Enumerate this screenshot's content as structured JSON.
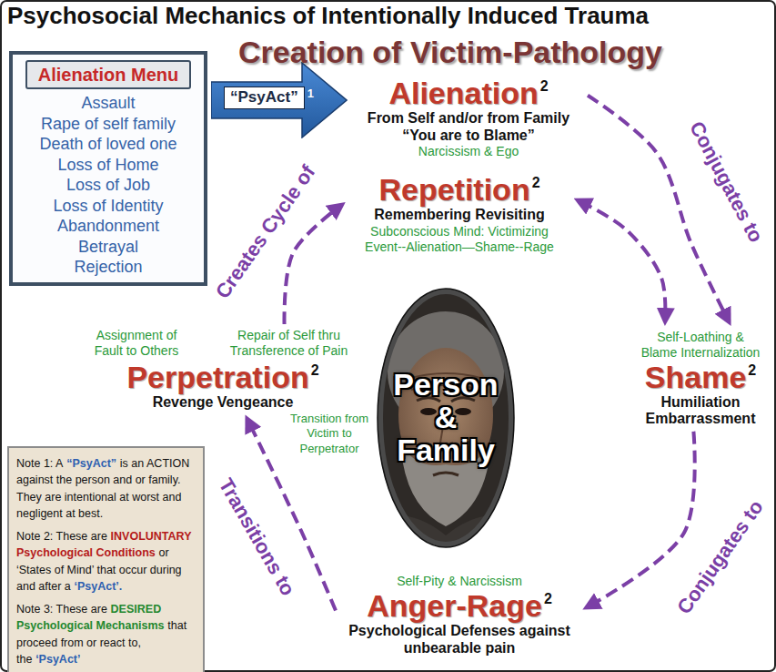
{
  "diagram": {
    "title": "Psychosocial Mechanics of Intentionally Induced Trauma",
    "nodes": [
      {
        "text": [
          "Alienation Menu",
          "Assault",
          "Rape of self family",
          "Death of loved one",
          "Loss of Home",
          "Loss of Job",
          "Loss of Identity",
          "Abandonment",
          "Betrayal",
          "Rejection"
        ]
      },
      {
        "text": [
          "“PsyAct”",
          "1"
        ]
      },
      {
        "text": [
          "Alienation",
          "2",
          "From Self and/or from Family “You are to Blame”",
          "Narcissism & Ego"
        ]
      },
      {
        "text": [
          "Repetition",
          "2",
          "Remembering Revisiting",
          "Subconscious Mind: Victimizing Event--Alienation—Shame--Rage"
        ]
      },
      {
        "text": [
          "Self-Loathing & Blame Internalization",
          "Shame",
          "2",
          "Humiliation Embarrassment"
        ]
      },
      {
        "text": [
          "Self-Pity & Narcissism",
          "Anger-Rage",
          "2",
          "Psychological Defenses against unbearable pain"
        ]
      },
      {
        "text": [
          "Assignment of Fault to Others",
          "Repair of Self thru Transference of Pain",
          "Perpetration",
          "2",
          "Revenge Vengeance"
        ]
      },
      {
        "text": [
          "Person & Family"
        ]
      },
      {
        "text": [
          "Note 1: A",
          "“PsyAct”",
          "is an ACTION against the person and or family. They are intentional at worst and negligent at best.",
          "Note 2: These are",
          "INVOLUNTARY Psychological Conditions",
          "or ‘States of Mind’ that occur during and after a",
          "‘PsyAct’.",
          "Note 3: These are",
          "DESIRED Psychological Mechanisms",
          "that proceed from or react to, the",
          "‘PsyAct’"
        ]
      }
    ],
    "edges": [
      {
        "from": 2,
        "to": 4,
        "label": "Conjugates to",
        "arrow": "to"
      },
      {
        "from": 3,
        "to": 4,
        "arrow": "both"
      },
      {
        "from": 4,
        "to": 5,
        "label": "Conjugates to",
        "arrow": "to"
      },
      {
        "from": 5,
        "to": 6,
        "label": "Transitions to",
        "arrow": "to"
      },
      {
        "from": 6,
        "to": 3,
        "label": "Creates Cycle of",
        "arrow": "to"
      }
    ],
    "labels": [
      "Creation of Victim-Pathology",
      "Transition from Victim to Perpetrator"
    ]
  }
}
